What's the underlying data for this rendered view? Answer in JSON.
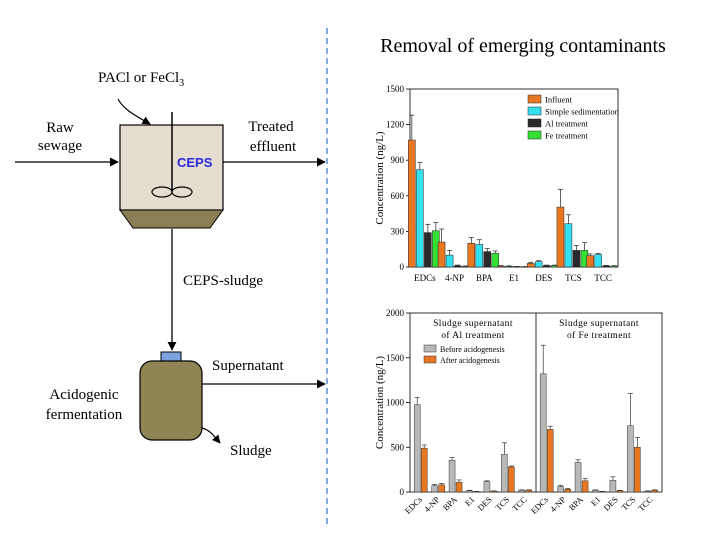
{
  "diagram": {
    "coagulant_label": "PACl or FeCl",
    "coagulant_subscript": "3",
    "raw_sewage_line1": "Raw",
    "raw_sewage_line2": "sewage",
    "treated_line1": "Treated",
    "treated_line2": "effluent",
    "ceps_label": "CEPS",
    "ceps_sludge_label": "CEPS-sludge",
    "acidogenic_line1": "Acidogenic",
    "acidogenic_line2": "fermentation",
    "supernatant_label": "Supernatant",
    "sludge_label": "Sludge",
    "colors": {
      "tank": "#e4ddd0",
      "sludge": "#8b7e55",
      "fermenter": "#8f8454",
      "cap": "#7ba3e0",
      "ceps_text": "#2a2ae0",
      "divider": "#5b8fd0"
    }
  },
  "heading": "Removal of emerging contaminants",
  "chart_data": [
    {
      "type": "bar",
      "categories": [
        "EDCs",
        "4-NP",
        "BPA",
        "E1",
        "DES",
        "TCS",
        "TCC"
      ],
      "ylabel": "Concentration (ng/L)",
      "ylim": [
        0,
        1500
      ],
      "yticks": [
        "0",
        "300",
        "600",
        "900",
        "1200",
        "1500"
      ],
      "legend_position": "top-right",
      "series": [
        {
          "name": "Influent",
          "color": "#e87722",
          "values": [
            1070,
            210,
            200,
            8,
            30,
            505,
            95
          ],
          "errors": [
            210,
            110,
            50,
            4,
            8,
            150,
            15
          ]
        },
        {
          "name": "Simple sedimentation",
          "color": "#33e0f0",
          "values": [
            820,
            100,
            190,
            6,
            45,
            365,
            105
          ],
          "errors": [
            60,
            40,
            40,
            4,
            8,
            75,
            10
          ]
        },
        {
          "name": "Al treatment",
          "color": "#2a2a2a",
          "values": [
            290,
            10,
            130,
            3,
            12,
            140,
            10
          ],
          "errors": [
            70,
            6,
            25,
            2,
            4,
            40,
            3
          ]
        },
        {
          "name": "Fe treatment",
          "color": "#33e033",
          "values": [
            305,
            5,
            115,
            2,
            12,
            140,
            8
          ],
          "errors": [
            70,
            4,
            20,
            2,
            4,
            65,
            3
          ]
        }
      ]
    },
    {
      "type": "bar",
      "panels": [
        {
          "title_line1": "Sludge supernatant",
          "title_line2": "of Al treatment",
          "categories": [
            "EDCs",
            "4-NP",
            "BPA",
            "E1",
            "DES",
            "TCS",
            "TCC"
          ],
          "series": [
            {
              "name": "Before acidogenesis",
              "color": "#b8b8b8",
              "values": [
                975,
                70,
                355,
                15,
                115,
                420,
                20
              ],
              "errors": [
                80,
                15,
                30,
                4,
                10,
                130,
                4
              ]
            },
            {
              "name": "After acidogenesis",
              "color": "#e87722",
              "values": [
                490,
                80,
                110,
                5,
                10,
                280,
                20
              ],
              "errors": [
                35,
                15,
                25,
                2,
                3,
                10,
                4
              ]
            }
          ]
        },
        {
          "title_line1": "Sludge supernatant",
          "title_line2": "of Fe treatment",
          "categories": [
            "EDCs",
            "4-NP",
            "BPA",
            "E1",
            "DES",
            "TCS",
            "TCC"
          ],
          "series": [
            {
              "name": "Before acidogenesis",
              "color": "#b8b8b8",
              "values": [
                1320,
                60,
                330,
                20,
                130,
                740,
                10
              ],
              "errors": [
                320,
                15,
                30,
                4,
                40,
                360,
                3
              ]
            },
            {
              "name": "After acidogenesis",
              "color": "#e87722",
              "values": [
                700,
                30,
                125,
                5,
                15,
                500,
                20
              ],
              "errors": [
                35,
                8,
                25,
                2,
                4,
                110,
                4
              ]
            }
          ]
        }
      ],
      "ylabel": "Concentration (ng/L)",
      "ylim": [
        0,
        2000
      ],
      "yticks": [
        "0",
        "500",
        "1000",
        "1500",
        "2000"
      ],
      "legend_position": "top-left"
    }
  ]
}
